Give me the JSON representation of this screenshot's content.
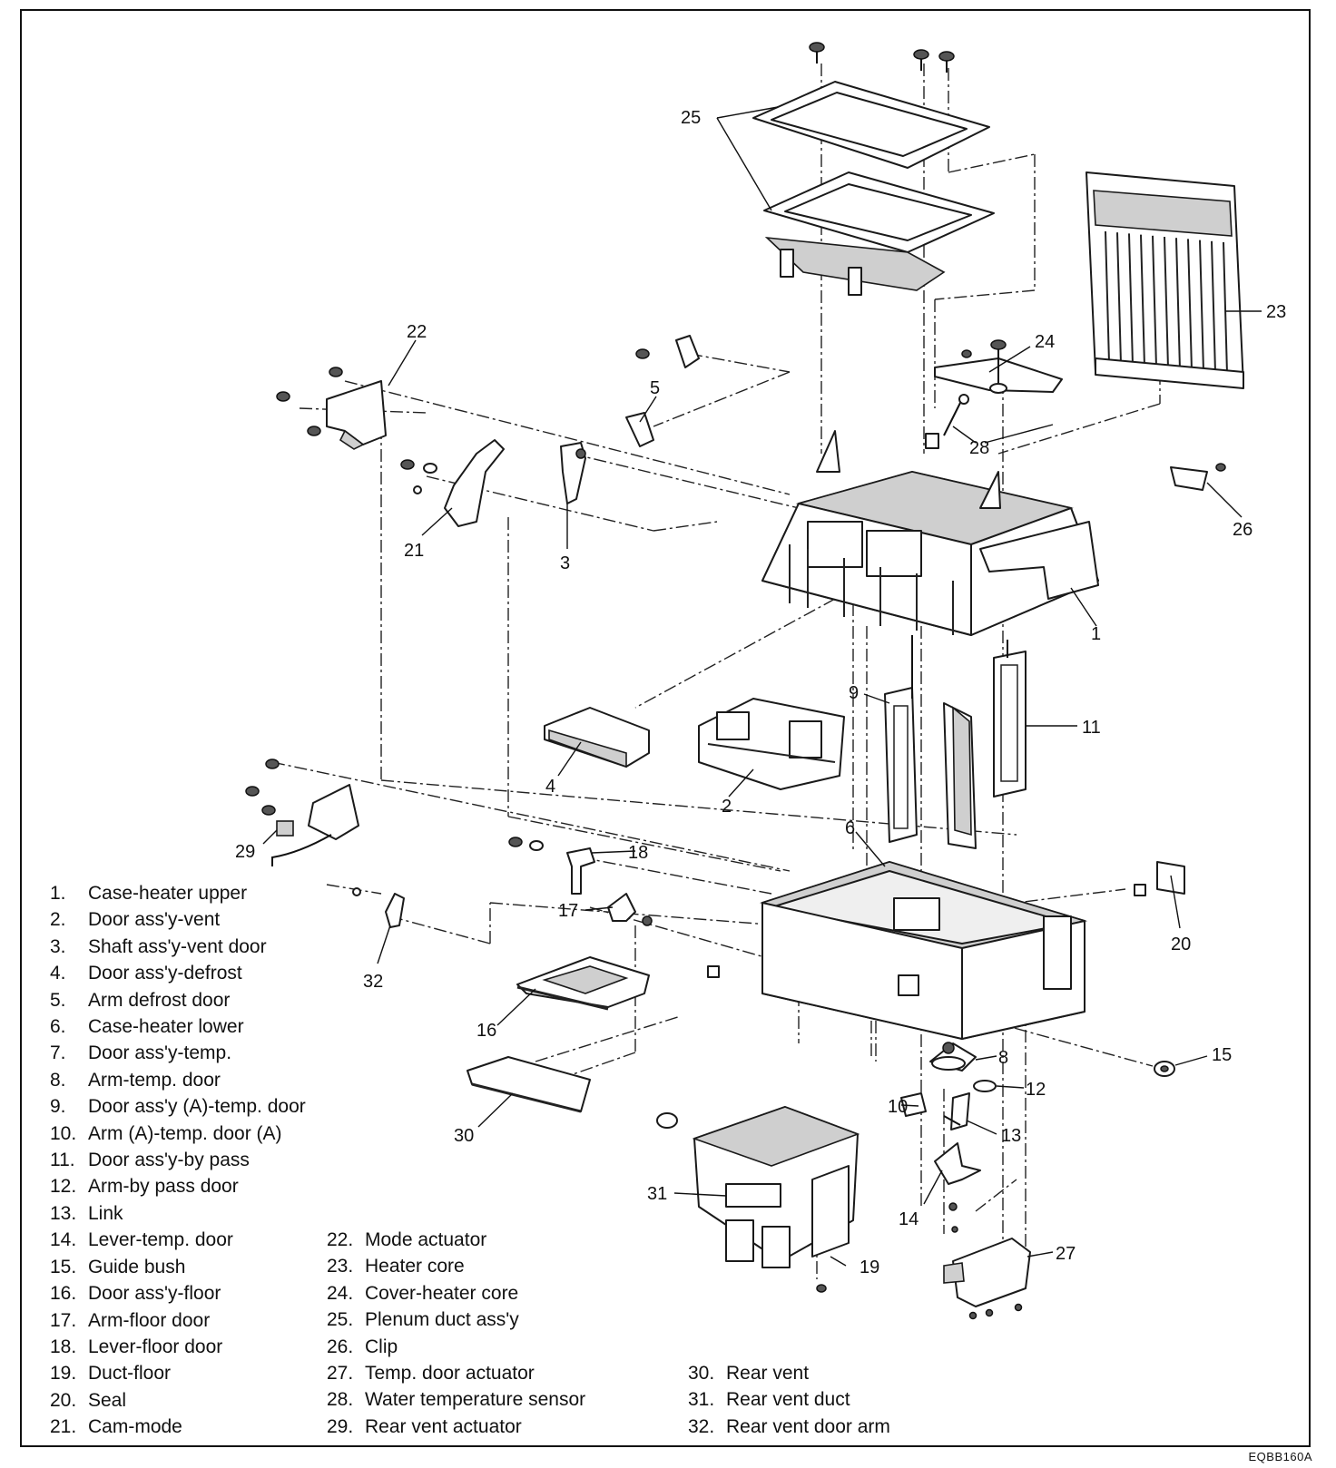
{
  "callouts": {
    "c1": "1",
    "c2": "2",
    "c3": "3",
    "c4": "4",
    "c5": "5",
    "c6": "6",
    "c8": "8",
    "c9": "9",
    "c10": "10",
    "c11": "11",
    "c12": "12",
    "c13": "13",
    "c14": "14",
    "c15": "15",
    "c16": "16",
    "c17": "17",
    "c18": "18",
    "c19": "19",
    "c20": "20",
    "c21": "21",
    "c22": "22",
    "c23": "23",
    "c24": "24",
    "c25": "25",
    "c26": "26",
    "c27": "27",
    "c28": "28",
    "c29": "29",
    "c30": "30",
    "c31": "31",
    "c32": "32"
  },
  "legend": {
    "col1": [
      {
        "num": "1.",
        "label": "Case-heater upper"
      },
      {
        "num": "2.",
        "label": "Door ass'y-vent"
      },
      {
        "num": "3.",
        "label": "Shaft ass'y-vent door"
      },
      {
        "num": "4.",
        "label": "Door ass'y-defrost"
      },
      {
        "num": "5.",
        "label": "Arm defrost door"
      },
      {
        "num": "6.",
        "label": "Case-heater lower"
      },
      {
        "num": "7.",
        "label": "Door ass'y-temp."
      },
      {
        "num": "8.",
        "label": "Arm-temp. door"
      },
      {
        "num": "9.",
        "label": "Door ass'y (A)-temp. door"
      },
      {
        "num": "10.",
        "label": "Arm (A)-temp. door (A)"
      },
      {
        "num": "11.",
        "label": "Door ass'y-by pass"
      },
      {
        "num": "12.",
        "label": "Arm-by pass door"
      },
      {
        "num": "13.",
        "label": "Link"
      },
      {
        "num": "14.",
        "label": "Lever-temp. door"
      },
      {
        "num": "15.",
        "label": "Guide bush"
      },
      {
        "num": "16.",
        "label": "Door ass'y-floor"
      },
      {
        "num": "17.",
        "label": "Arm-floor door"
      },
      {
        "num": "18.",
        "label": "Lever-floor door"
      },
      {
        "num": "19.",
        "label": "Duct-floor"
      },
      {
        "num": "20.",
        "label": "Seal"
      },
      {
        "num": "21.",
        "label": "Cam-mode"
      }
    ],
    "col2": [
      {
        "num": "22.",
        "label": "Mode actuator"
      },
      {
        "num": "23.",
        "label": "Heater core"
      },
      {
        "num": "24.",
        "label": "Cover-heater core"
      },
      {
        "num": "25.",
        "label": "Plenum duct ass'y"
      },
      {
        "num": "26.",
        "label": "Clip"
      },
      {
        "num": "27.",
        "label": "Temp. door actuator"
      },
      {
        "num": "28.",
        "label": "Water temperature sensor"
      },
      {
        "num": "29.",
        "label": "Rear vent actuator"
      }
    ],
    "col3": [
      {
        "num": "30.",
        "label": "Rear vent"
      },
      {
        "num": "31.",
        "label": "Rear vent duct"
      },
      {
        "num": "32.",
        "label": "Rear vent door arm"
      }
    ]
  },
  "doc_code": "EQBB160A"
}
